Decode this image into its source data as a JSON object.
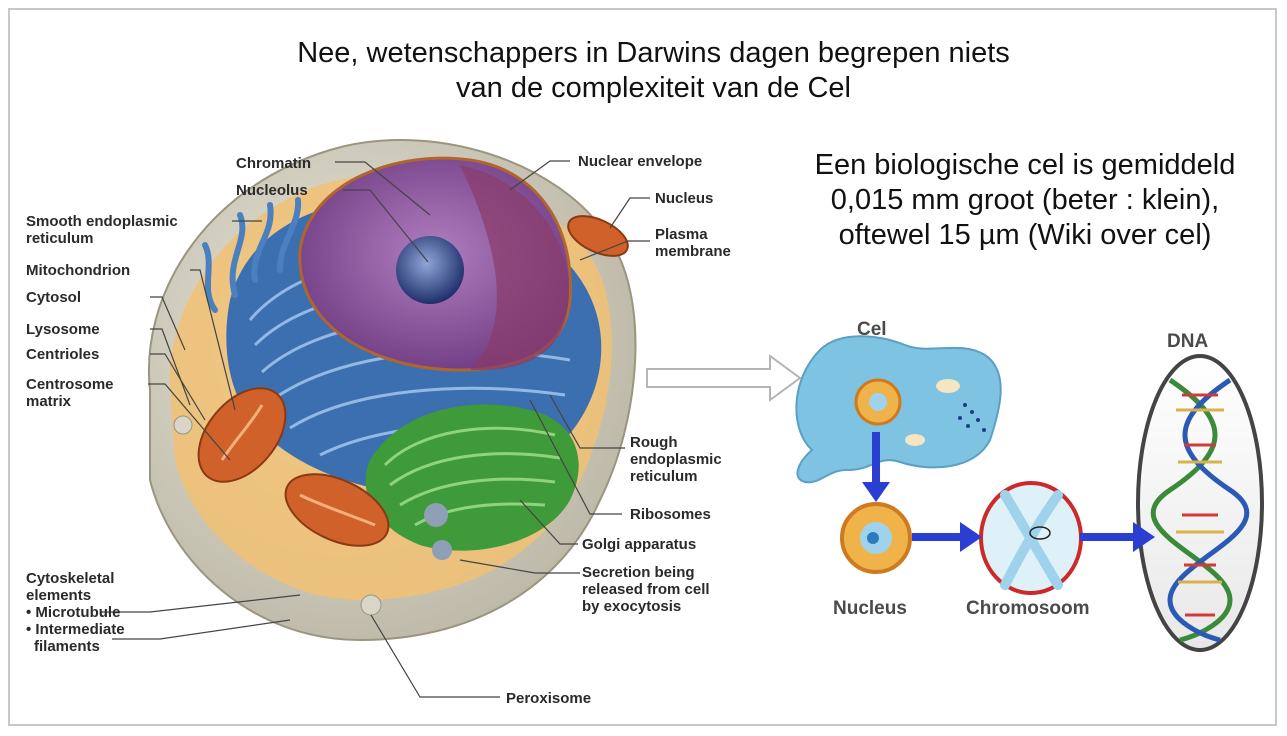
{
  "title": {
    "line1": "Nee, wetenschappers in Darwins dagen begrepen niets",
    "line2": "van de complexiteit van de Cel"
  },
  "size_note": {
    "line1": "Een biologische cel is gemiddeld",
    "line2": "0,015 mm groot (beter : klein),",
    "line3": "oftewel 15 µm (Wiki over cel)"
  },
  "cell_labels": {
    "chromatin": "Chromatin",
    "nucleolus": "Nucleolus",
    "smooth_er_1": "Smooth endoplasmic",
    "smooth_er_2": "reticulum",
    "mitochondrion": "Mitochondrion",
    "cytosol": "Cytosol",
    "lysosome": "Lysosome",
    "centrioles": "Centrioles",
    "centrosome_1": "Centrosome",
    "centrosome_2": "matrix",
    "cytoskeletal_1": "Cytoskeletal",
    "cytoskeletal_2": "elements",
    "microtubule": "• Microtubule",
    "intermediate_1": "• Intermediate",
    "intermediate_2": "filaments",
    "nuclear_envelope": "Nuclear envelope",
    "nucleus": "Nucleus",
    "plasma_1": "Plasma",
    "plasma_2": "membrane",
    "rough_er_1": "Rough",
    "rough_er_2": "endoplasmic",
    "rough_er_3": "reticulum",
    "ribosomes": "Ribosomes",
    "golgi": "Golgi apparatus",
    "secretion_1": "Secretion being",
    "secretion_2": "released from cell",
    "secretion_3": "by exocytosis",
    "peroxisome": "Peroxisome"
  },
  "scale_labels": {
    "cel": "Cel",
    "dna": "DNA",
    "nucleus": "Nucleus",
    "chromosoom": "Chromosoom"
  },
  "colors": {
    "nucleus": "#8e4f9a",
    "er": "#3c6fb0",
    "golgi": "#3f9a3a",
    "mito": "#d0612a",
    "cytosol": "#f1c173",
    "membrane": "#c9c5b5",
    "arrow": "#2a3fd1",
    "chromosome_ring": "#cc2a2a"
  }
}
